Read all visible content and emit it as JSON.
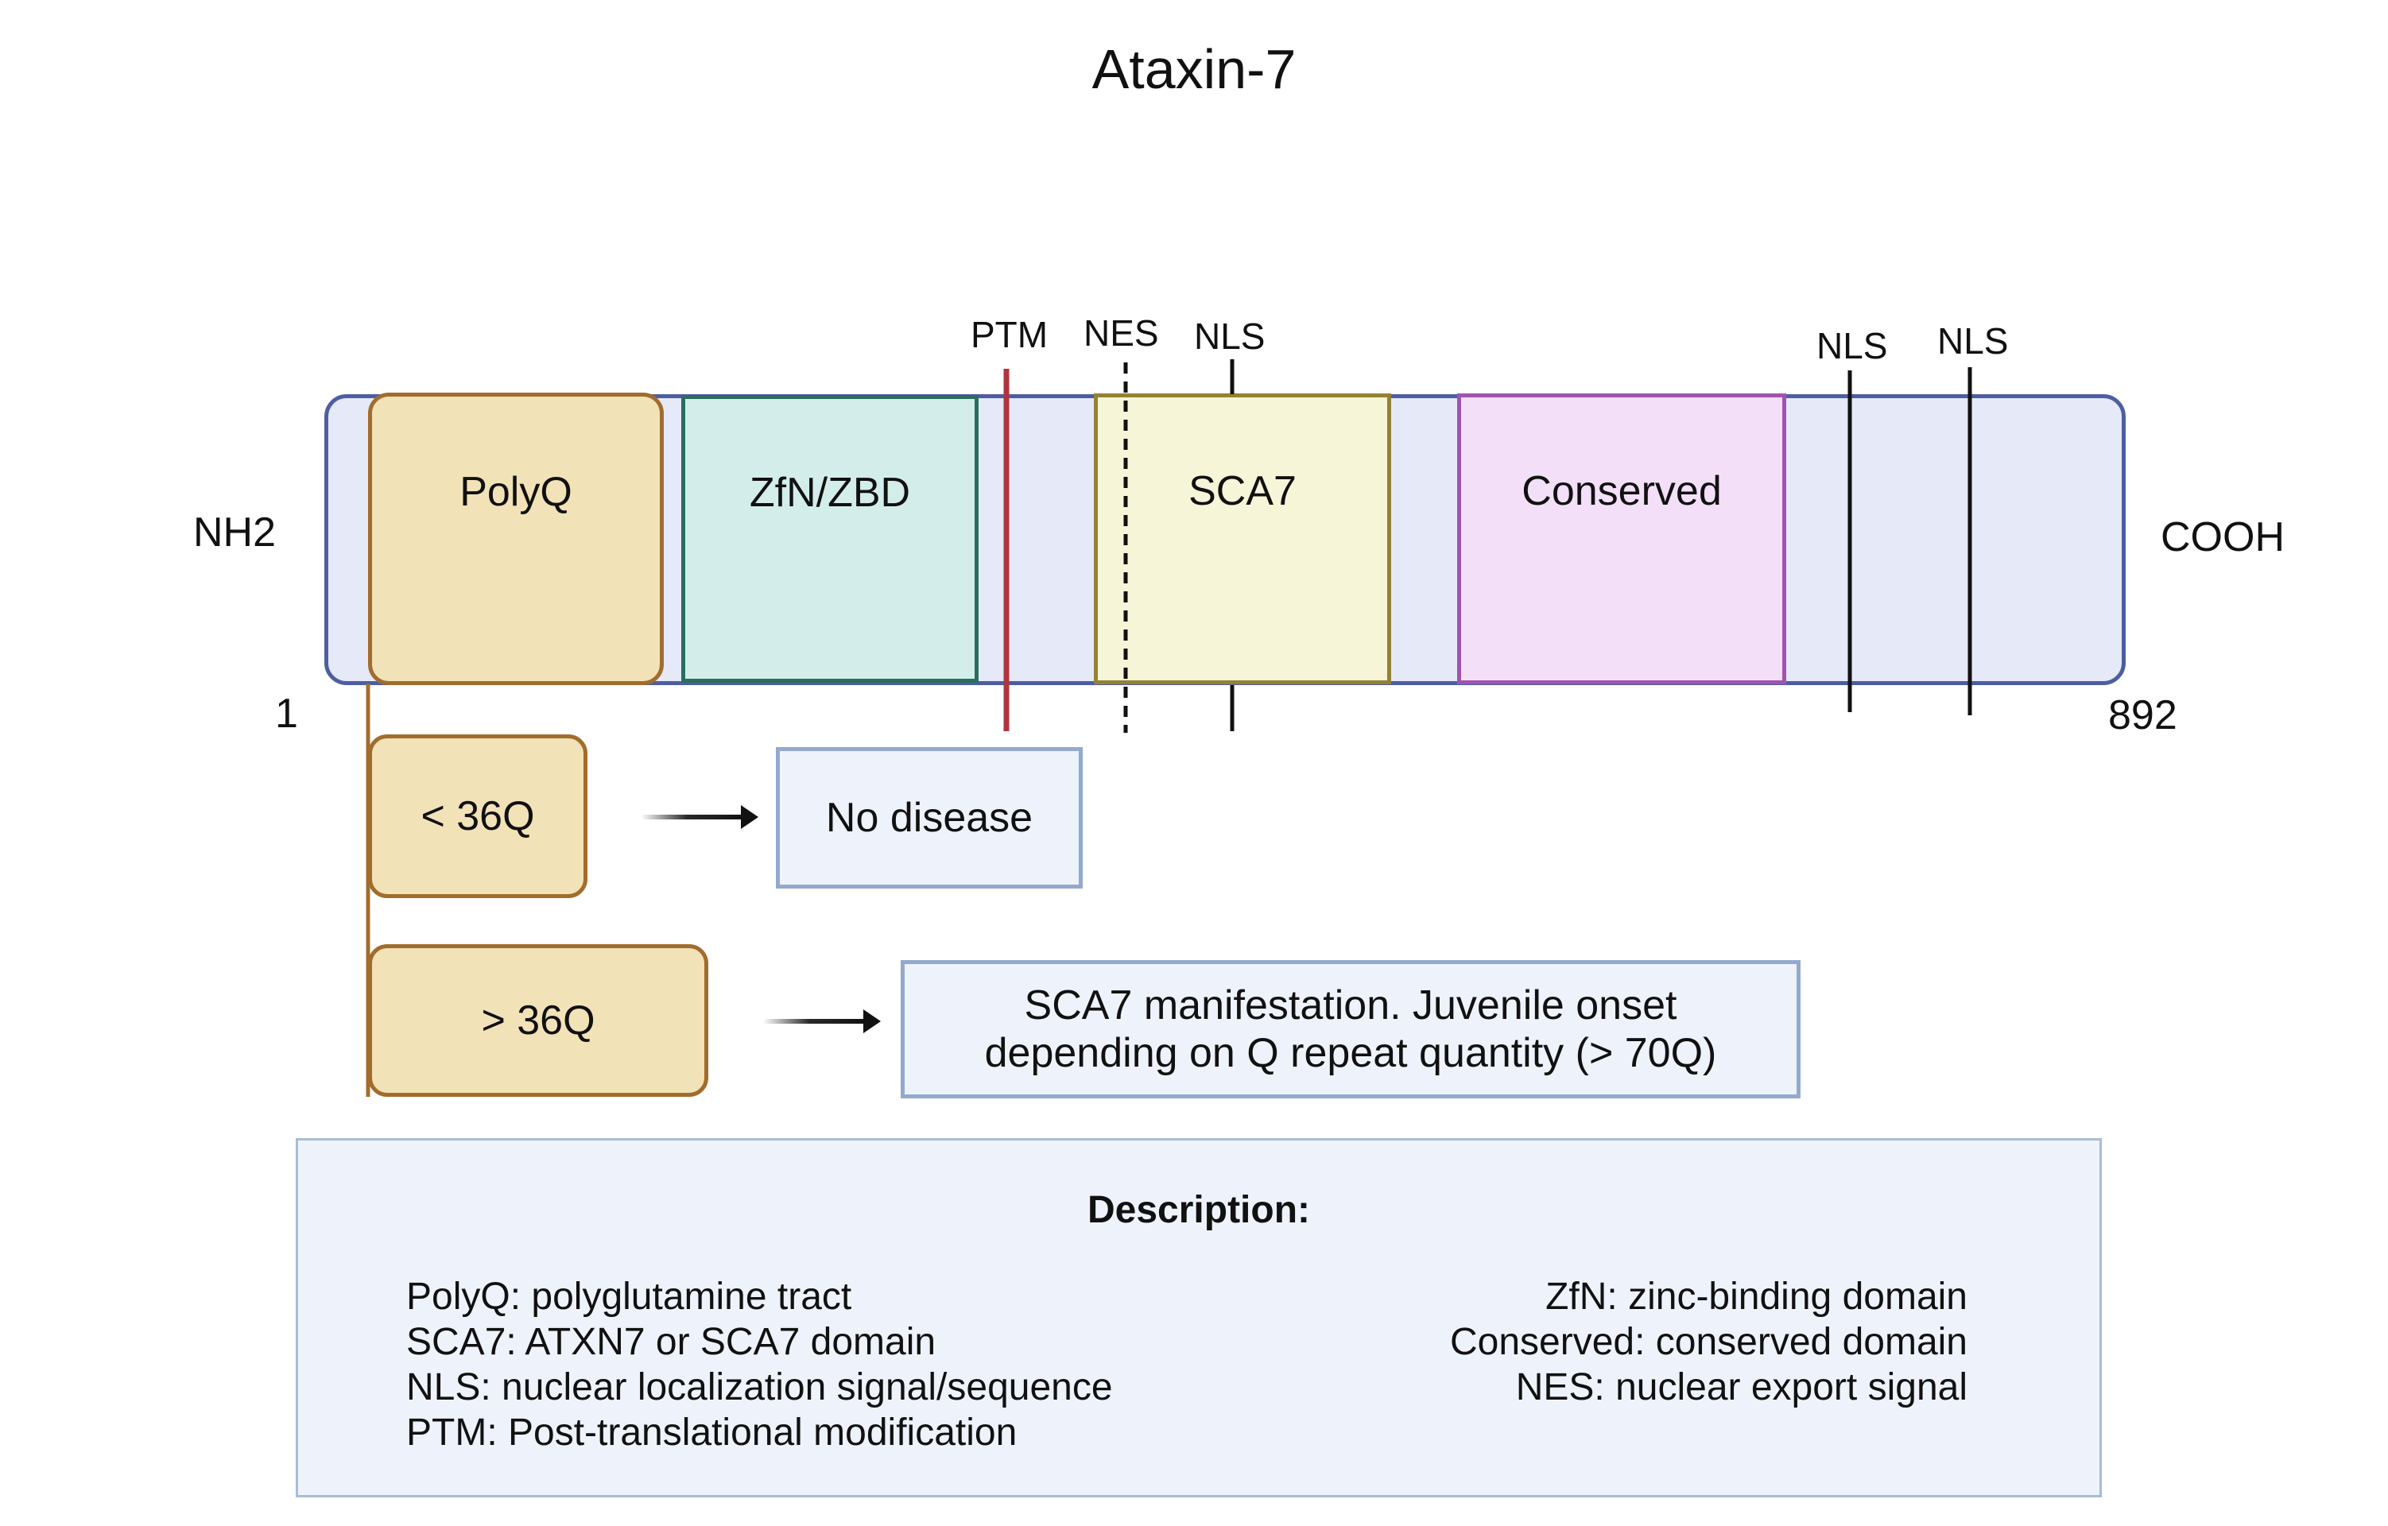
{
  "title": "Ataxin-7",
  "termini": {
    "n_label": "NH2",
    "c_label": "COOH",
    "start_residue": "1",
    "end_residue": "892"
  },
  "domains": {
    "polyq": "PolyQ",
    "zfn": "ZfN/ZBD",
    "sca7": "SCA7",
    "conserved": "Conserved"
  },
  "markers": {
    "ptm": "PTM",
    "nes": "NES",
    "nls1": "NLS",
    "nls2": "NLS",
    "nls3": "NLS"
  },
  "repeats": {
    "short_label": "< 36Q",
    "short_outcome": "No disease",
    "long_label": "> 36Q",
    "long_outcome_line1": "SCA7 manifestation. Juvenile onset",
    "long_outcome_line2": "depending on Q repeat quantity (> 70Q)"
  },
  "description": {
    "heading": "Description:",
    "left": [
      "PolyQ: polyglutamine tract",
      "SCA7: ATXN7 or SCA7 domain",
      "NLS: nuclear localization signal/sequence",
      "PTM: Post-translational modification"
    ],
    "right": [
      "ZfN: zinc-binding domain",
      "Conserved: conserved domain",
      "NES: nuclear export signal"
    ]
  },
  "colors": {
    "protein_fill": "#e5e9f8",
    "protein_border": "#4d5ea0",
    "polyq": "#f2e2b7",
    "zfn": "#d3eeea",
    "sca7": "#f6f5d8",
    "conserved": "#f3e0f8",
    "ptm_line": "#b0353e",
    "outcome_fill": "#eef3fb"
  }
}
